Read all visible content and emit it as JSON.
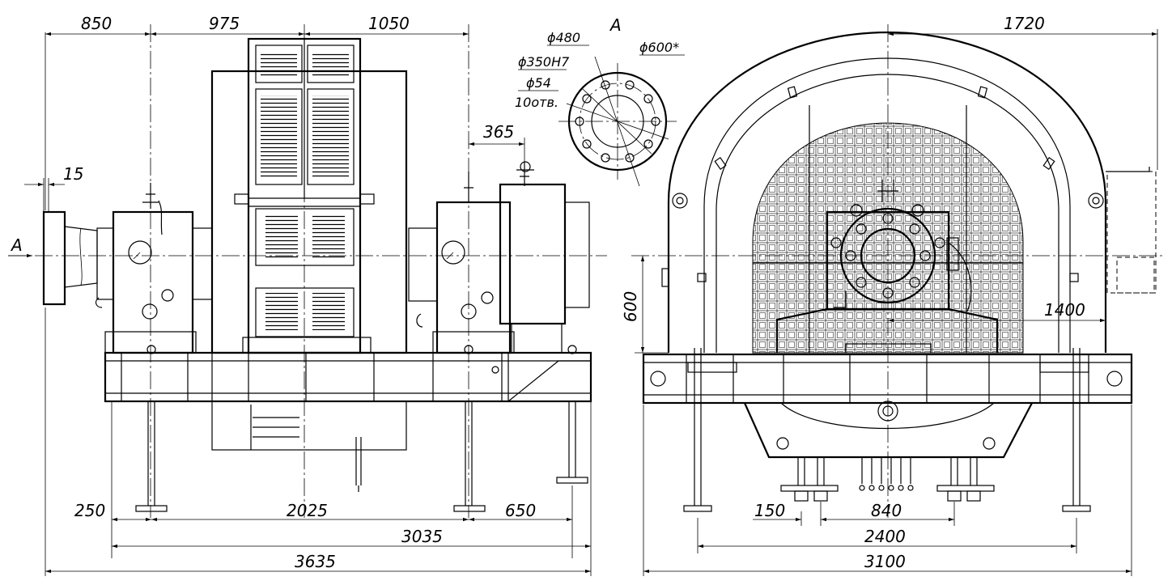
{
  "drawing": {
    "view_label_top": "A",
    "view_label_side": "A",
    "left_view": {
      "dim_850": "850",
      "dim_975": "975",
      "dim_1050": "1050",
      "dim_365": "365",
      "dim_15": "15",
      "dim_250": "250",
      "dim_2025": "2025",
      "dim_650": "650",
      "dim_3035": "3035",
      "dim_3635": "3635"
    },
    "flange_view": {
      "d480": "ϕ480",
      "d600": "ϕ600*",
      "d350": "ϕ350H7",
      "d54": "ϕ54",
      "holes": "10отв."
    },
    "right_view": {
      "dim_1720": "1720",
      "dim_600": "600",
      "dim_1400": "1400",
      "dim_150": "150",
      "dim_840": "840",
      "dim_2400": "2400",
      "dim_3100": "3100"
    }
  }
}
